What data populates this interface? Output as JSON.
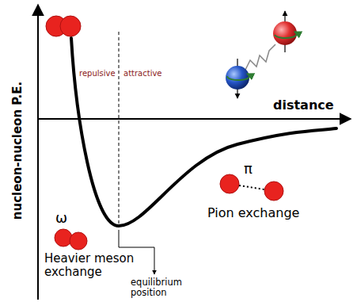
{
  "diagram": {
    "labels": [
      "nucleon-nucleon P.E.",
      "distance",
      "repulsive",
      "attractive",
      "π",
      "Pion exchange",
      "ω",
      "Heavier meson exchange",
      "equilibrium position"
    ]
  }
}
